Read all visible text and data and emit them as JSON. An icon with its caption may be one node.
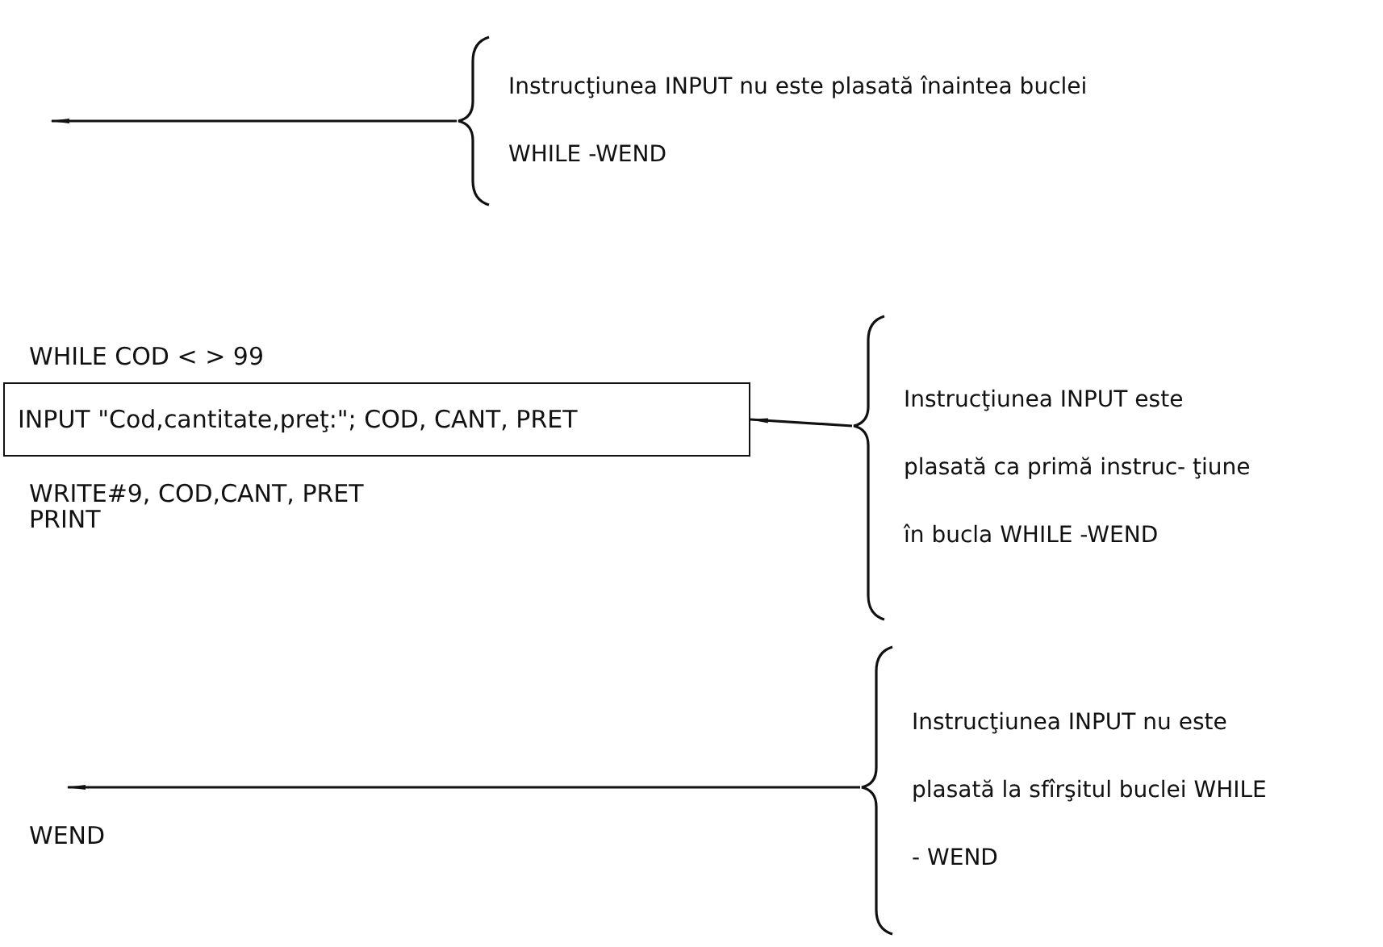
{
  "diagram": {
    "nodes": [
      {
        "text": [
          "Instrucţiunea INPUT nu este plasată înaintea buclei WHILE -WEND"
        ]
      },
      {
        "text": [
          "INPUT \"Cod,cantitate,preţ:\"; COD, CANT, PRET"
        ]
      },
      {
        "text": [
          "Instrucţiunea INPUT este plasată ca primă instruc- ţiune în bucla WHILE -WEND"
        ]
      },
      {
        "text": [
          "Instrucţiunea INPUT nu este plasată la sfîrşitul buclei WHILE - WEND"
        ]
      }
    ],
    "edges": [
      {
        "from": 0,
        "to": null,
        "arrow": "to"
      },
      {
        "from": 2,
        "to": 1,
        "arrow": "to"
      },
      {
        "from": 3,
        "to": null,
        "arrow": "to"
      }
    ],
    "labels": [
      "WHILE COD < > 99",
      "WRITE#9, COD,CANT, PRET",
      "PRINT",
      "WEND"
    ]
  }
}
